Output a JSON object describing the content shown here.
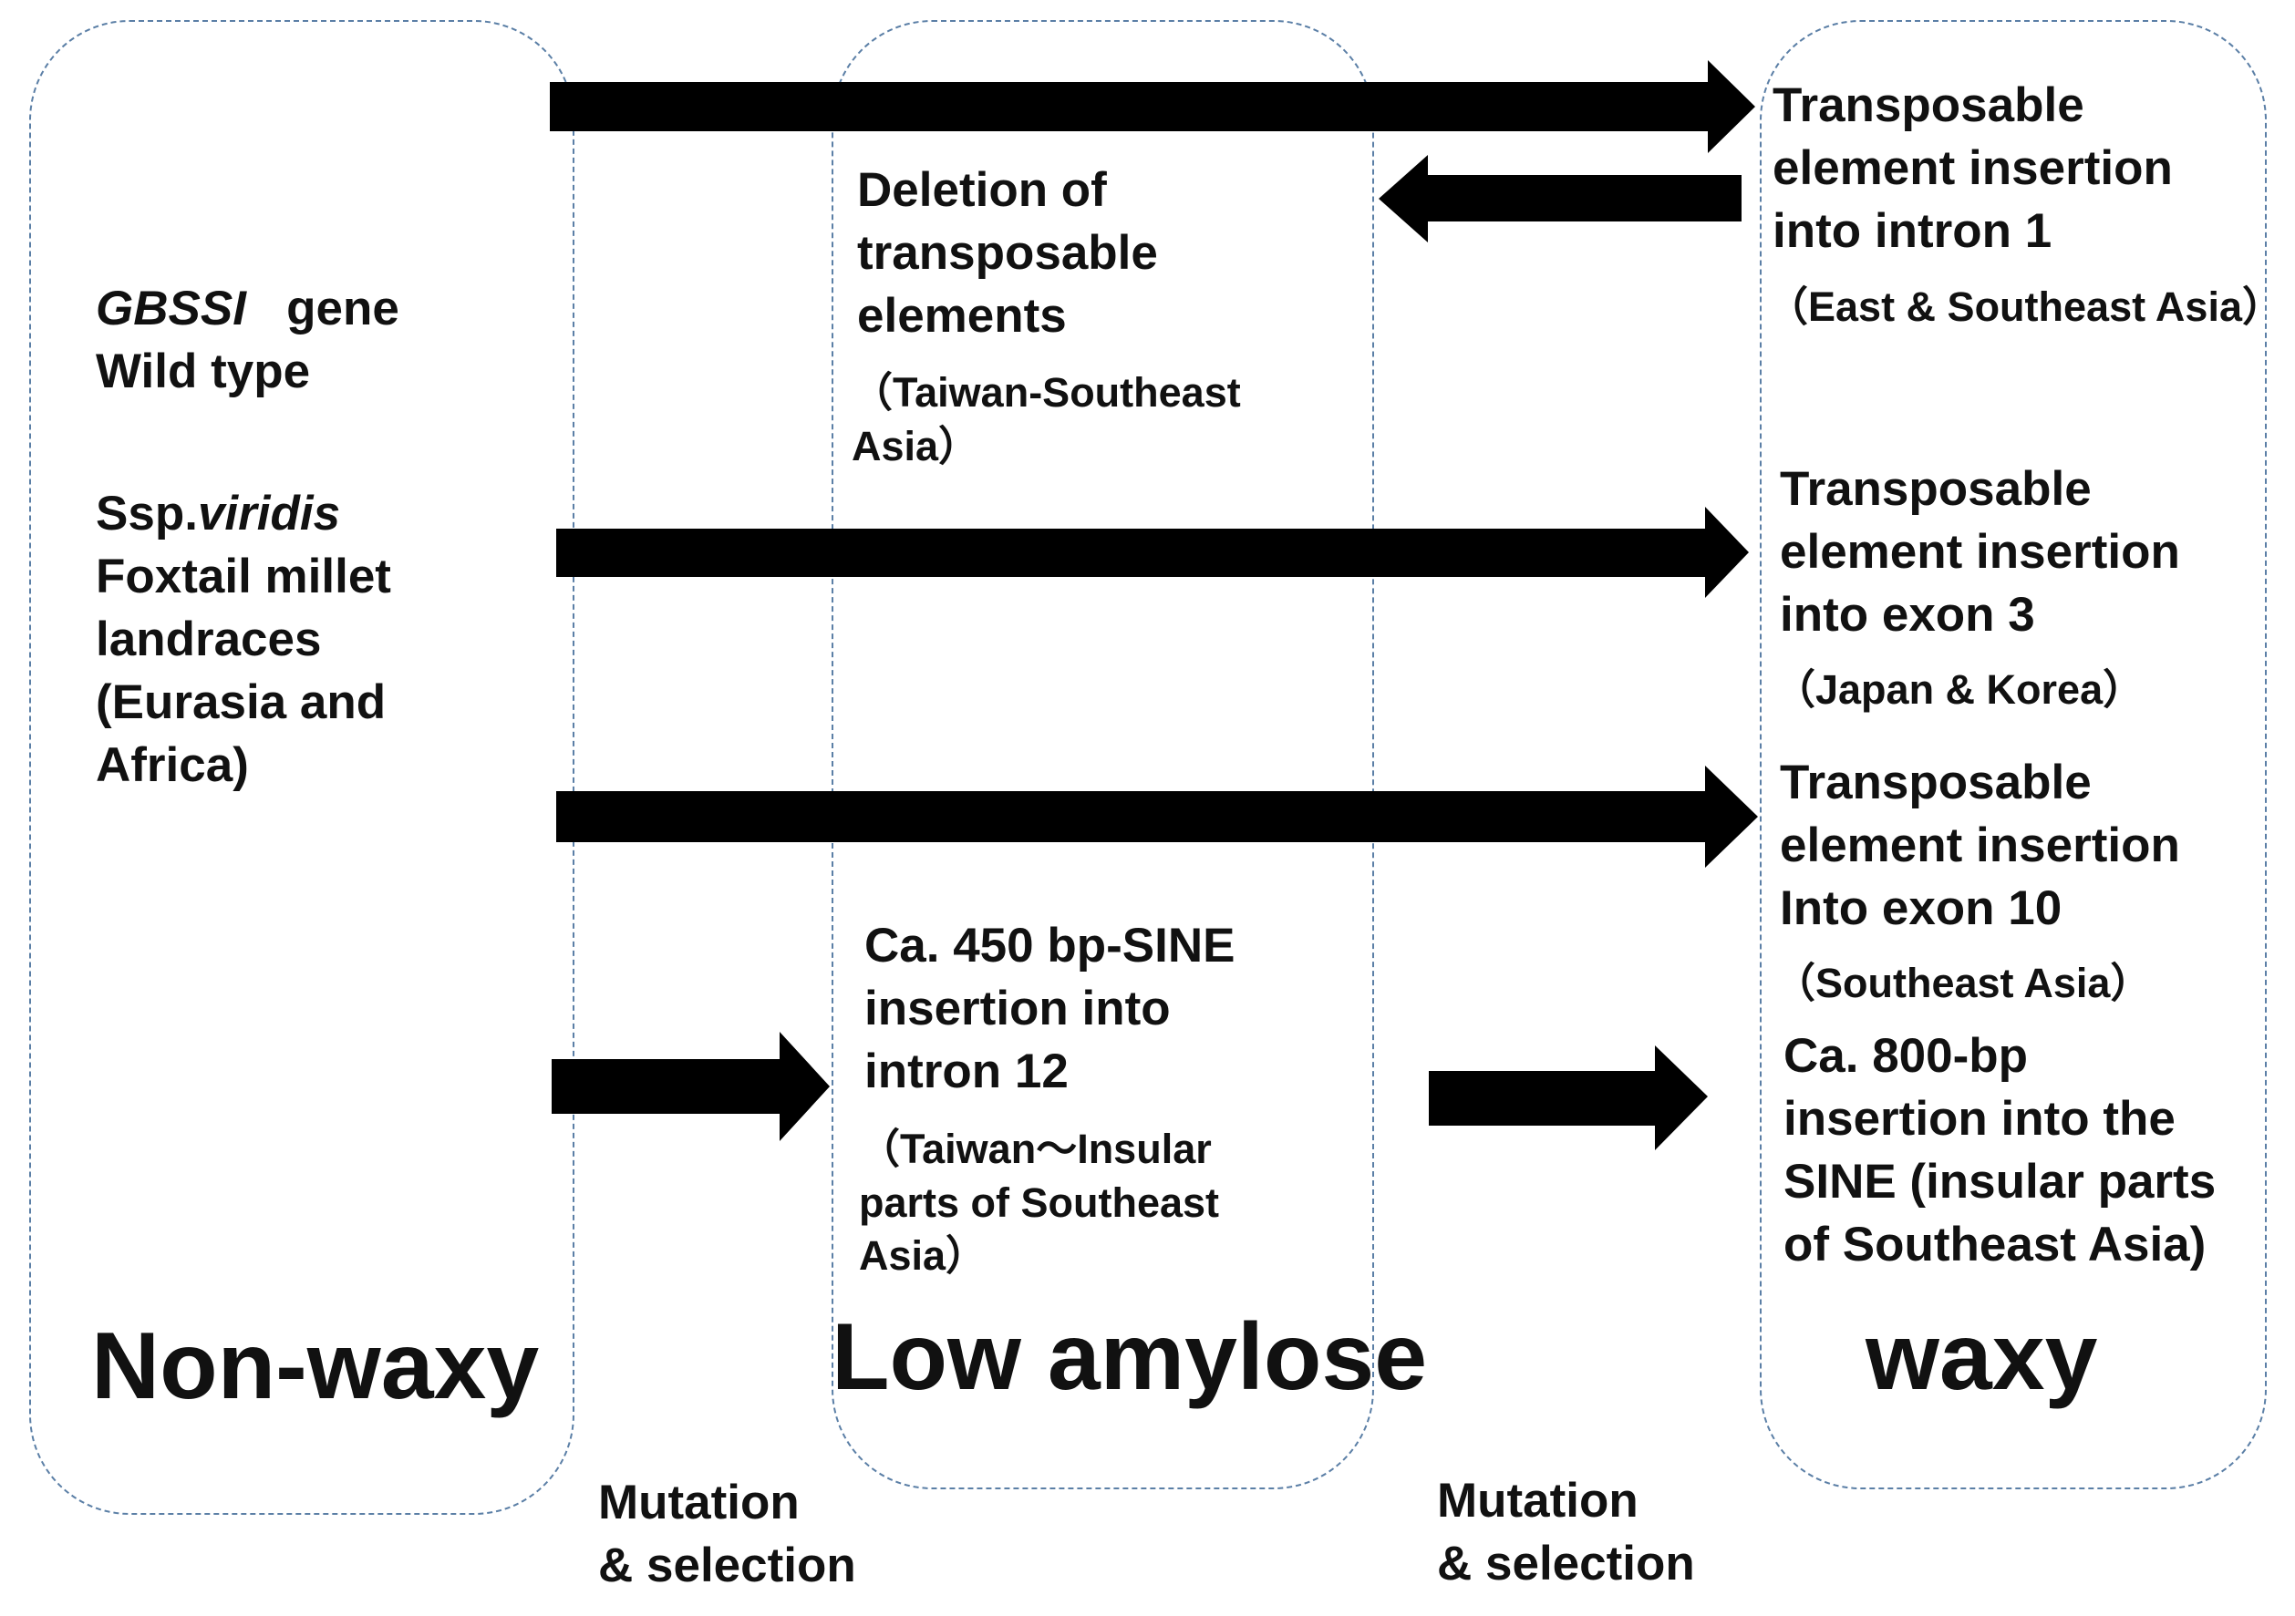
{
  "left_column": {
    "gene_italic": "GBSSI",
    "gene_suffix": "gene",
    "wild_type": "Wild type",
    "ssp_prefix": "Ssp.",
    "ssp_italic": "viridis",
    "lines": [
      "Foxtail millet",
      "landraces",
      "(Eurasia and",
      "Africa)"
    ],
    "phenotype": "Non-waxy"
  },
  "middle_column": {
    "deletion": {
      "lines": [
        "Deletion of",
        "transposable",
        "elements"
      ],
      "region_lines": [
        "（Taiwan-Southeast",
        "Asia）"
      ]
    },
    "sine": {
      "lines": [
        "Ca. 450 bp-SINE",
        "insertion into",
        "intron 12"
      ],
      "region_lines": [
        "（Taiwan～Insular",
        "parts of Southeast",
        "Asia）"
      ]
    },
    "phenotype": "Low amylose"
  },
  "right_column": {
    "intron1": {
      "lines": [
        "Transposable",
        "element insertion",
        "into intron 1"
      ],
      "region": "（East & Southeast Asia）"
    },
    "exon3": {
      "lines": [
        "Transposable",
        "element insertion",
        "into exon 3"
      ],
      "region": "（Japan & Korea）"
    },
    "exon10": {
      "lines": [
        "Transposable",
        "element insertion",
        "Into exon 10"
      ],
      "region": "（Southeast Asia）"
    },
    "insertion800": {
      "lines": [
        "Ca. 800-bp",
        "insertion into the",
        "SINE (insular parts",
        "of Southeast Asia)"
      ]
    },
    "phenotype": "waxy"
  },
  "bottom_labels": {
    "left": [
      "Mutation",
      "& selection"
    ],
    "right": [
      "Mutation",
      "& selection"
    ]
  },
  "colors": {
    "arrow": "#000000",
    "box_border": "#5b7fa6",
    "text": "#111111"
  }
}
